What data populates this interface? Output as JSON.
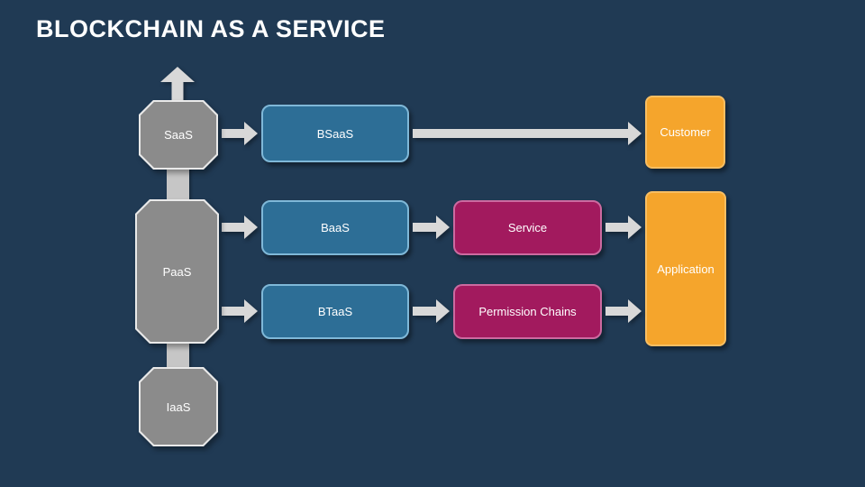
{
  "title": "BLOCKCHAIN AS A SERVICE",
  "colors": {
    "bg": "#203A54",
    "title": "#FFFFFF",
    "text": "#FFFFFF",
    "blue-fill": "#2D6E96",
    "blue-border": "#7FB8D8",
    "magenta-fill": "#A21A5E",
    "magenta-border": "#CC6AA0",
    "orange-fill": "#F5A52C",
    "orange-border": "#F8BE62",
    "gray-fill": "#8B8B8B",
    "gray-border": "#E9E9E9",
    "arrow": "#D8D8D8"
  },
  "diagram": {
    "layers": [
      {
        "label": "SaaS"
      },
      {
        "label": "PaaS"
      },
      {
        "label": "IaaS"
      }
    ],
    "nodes": {
      "bsaas": {
        "label": "BSaaS"
      },
      "baas": {
        "label": "BaaS"
      },
      "btaas": {
        "label": "BTaaS"
      },
      "service": {
        "label": "Service"
      },
      "permission_chains": {
        "label": "Permission Chains"
      },
      "customer": {
        "label": "Customer"
      },
      "application": {
        "label": "Application"
      }
    },
    "edges": [
      {
        "from": "SaaS",
        "to": "BSaaS"
      },
      {
        "from": "BSaaS",
        "to": "Customer"
      },
      {
        "from": "PaaS",
        "to": "BaaS"
      },
      {
        "from": "BaaS",
        "to": "Service"
      },
      {
        "from": "Service",
        "to": "Application"
      },
      {
        "from": "PaaS",
        "to": "BTaaS"
      },
      {
        "from": "BTaaS",
        "to": "Permission Chains"
      },
      {
        "from": "Permission Chains",
        "to": "Application"
      }
    ]
  }
}
